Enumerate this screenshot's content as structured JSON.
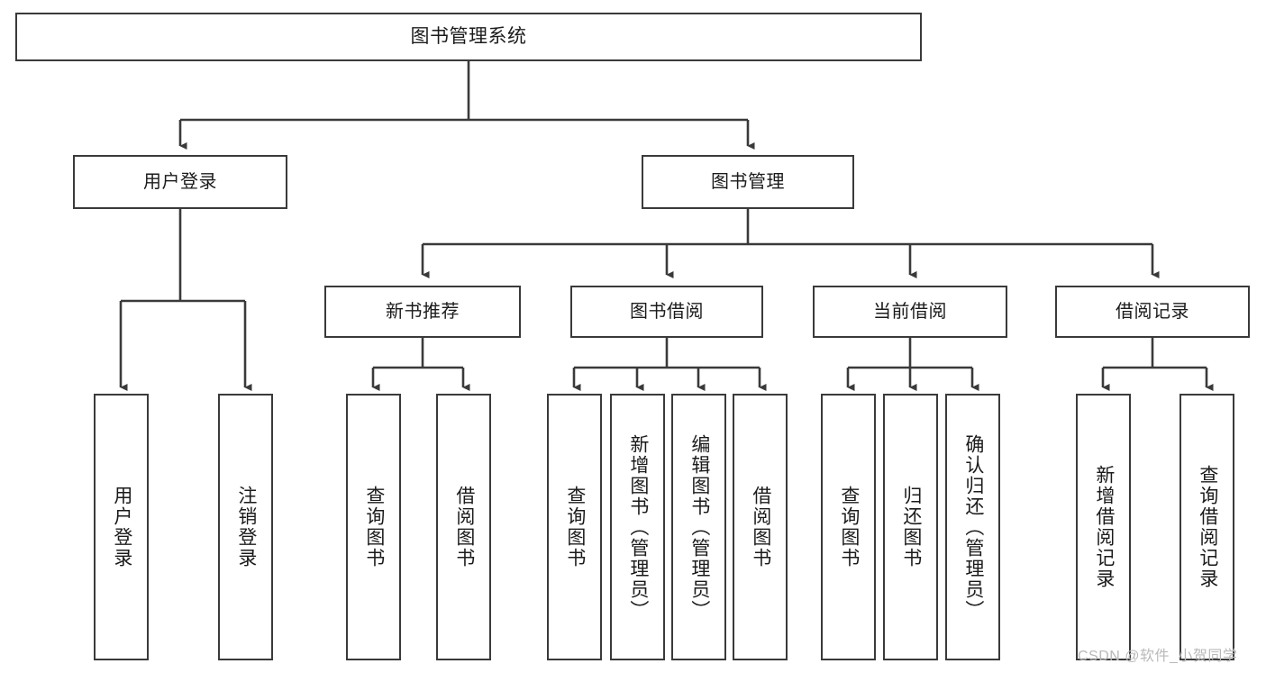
{
  "diagram": {
    "title": "图书管理系统",
    "type": "hierarchy-tree",
    "root": {
      "label": "图书管理系统"
    },
    "level2": [
      {
        "label": "用户登录"
      },
      {
        "label": "图书管理"
      }
    ],
    "level3": [
      {
        "label": "新书推荐"
      },
      {
        "label": "图书借阅"
      },
      {
        "label": "当前借阅"
      },
      {
        "label": "借阅记录"
      }
    ],
    "leaves": {
      "user_login": [
        {
          "label": "用户登录"
        },
        {
          "label": "注销登录"
        }
      ],
      "new_book_recommend": [
        {
          "label": "查询图书"
        },
        {
          "label": "借阅图书"
        }
      ],
      "book_borrow": [
        {
          "label": "查询图书"
        },
        {
          "label": "新增图书（管理员）"
        },
        {
          "label": "编辑图书（管理员）"
        },
        {
          "label": "借阅图书"
        }
      ],
      "current_borrow": [
        {
          "label": "查询图书"
        },
        {
          "label": "归还图书"
        },
        {
          "label": "确认归还（管理员）"
        }
      ],
      "borrow_record": [
        {
          "label": "新增借阅记录"
        },
        {
          "label": "查询借阅记录"
        }
      ]
    }
  },
  "watermark": {
    "text": "CSDN @软件_小贺同学"
  },
  "colors": {
    "stroke": "#3a3a3a",
    "fill": "#ffffff",
    "text": "#1b1b1b",
    "watermark": "#b9b9b9"
  }
}
